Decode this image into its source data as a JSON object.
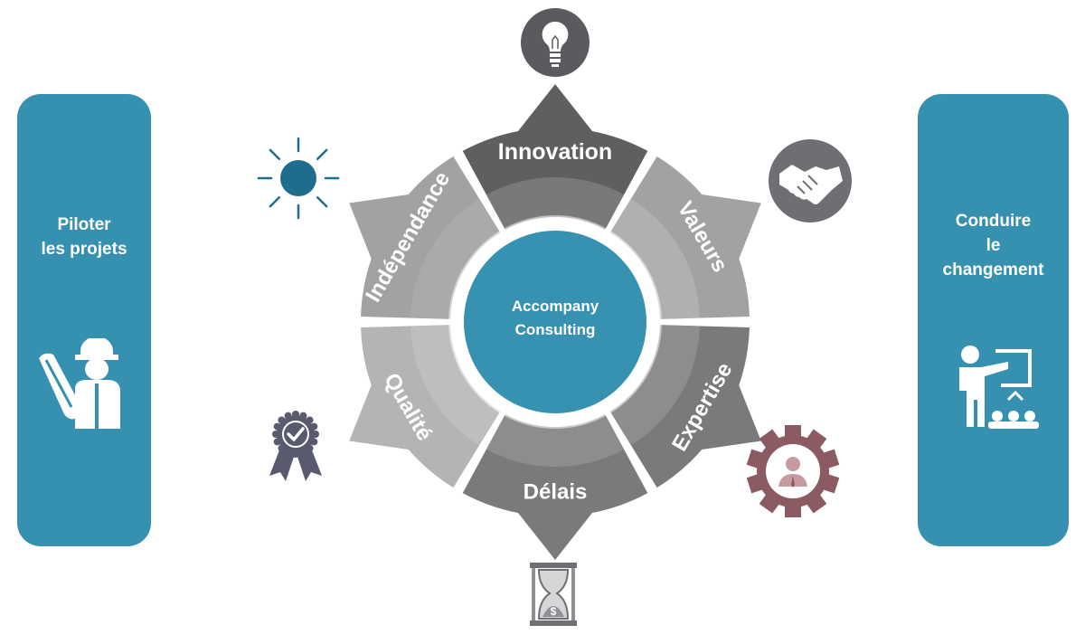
{
  "colors": {
    "panel": "#3690b0",
    "center": "#3791b1",
    "segment_dark": "#5f5f61",
    "segment_mid": "#7a7a7c",
    "segment_light": "#a2a2a4",
    "segment_lighter": "#b4b4b6",
    "icon_dark": "#5b5b5f",
    "icon_gray": "#6f6f73",
    "icon_maroon": "#8c5a62",
    "icon_teal": "#1f6d8c"
  },
  "left_panel": {
    "lines": [
      "Piloter",
      "les projets"
    ],
    "icon": "engineer-icon"
  },
  "right_panel": {
    "lines": [
      "Conduire",
      "le",
      "changement"
    ],
    "icon": "presenter-icon"
  },
  "center": {
    "lines": [
      "Accompany",
      "Consulting"
    ]
  },
  "segments": [
    {
      "label": "Innovation",
      "icon": "lightbulb-icon"
    },
    {
      "label": "Valeurs",
      "icon": "handshake-icon"
    },
    {
      "label": "Expertise",
      "icon": "gear-person-icon"
    },
    {
      "label": "Délais",
      "icon": "hourglass-icon"
    },
    {
      "label": "Qualité",
      "icon": "award-ribbon-icon"
    },
    {
      "label": "Indépendance",
      "icon": "sun-icon"
    }
  ]
}
